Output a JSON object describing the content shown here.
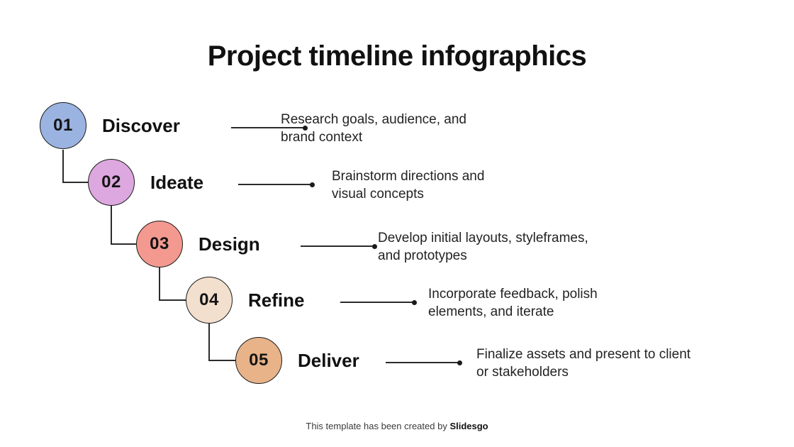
{
  "title": "Project timeline infographics",
  "footer": {
    "text": "This template has been created by ",
    "brand": "Slidesgo"
  },
  "theme": {
    "background": "#ffffff",
    "outline": "#1b1b1b",
    "text": "#111111",
    "description_text": "#232323",
    "connector": "#2b2b2b"
  },
  "steps": [
    {
      "number": "01",
      "label": "Discover",
      "description": "Research goals, audience, and\nbrand context",
      "color": "#9bb3e0"
    },
    {
      "number": "02",
      "label": "Ideate",
      "description": "Brainstorm directions and\nvisual concepts",
      "color": "#dca8df"
    },
    {
      "number": "03",
      "label": "Design",
      "description": "Develop initial layouts, styleframes,\nand prototypes",
      "color": "#f4998f"
    },
    {
      "number": "04",
      "label": "Refine",
      "description": "Incorporate feedback, polish\nelements, and iterate",
      "color": "#f2dfcd"
    },
    {
      "number": "05",
      "label": "Deliver",
      "description": "Finalize assets and present to client\nor stakeholders",
      "color": "#e8b389"
    }
  ]
}
